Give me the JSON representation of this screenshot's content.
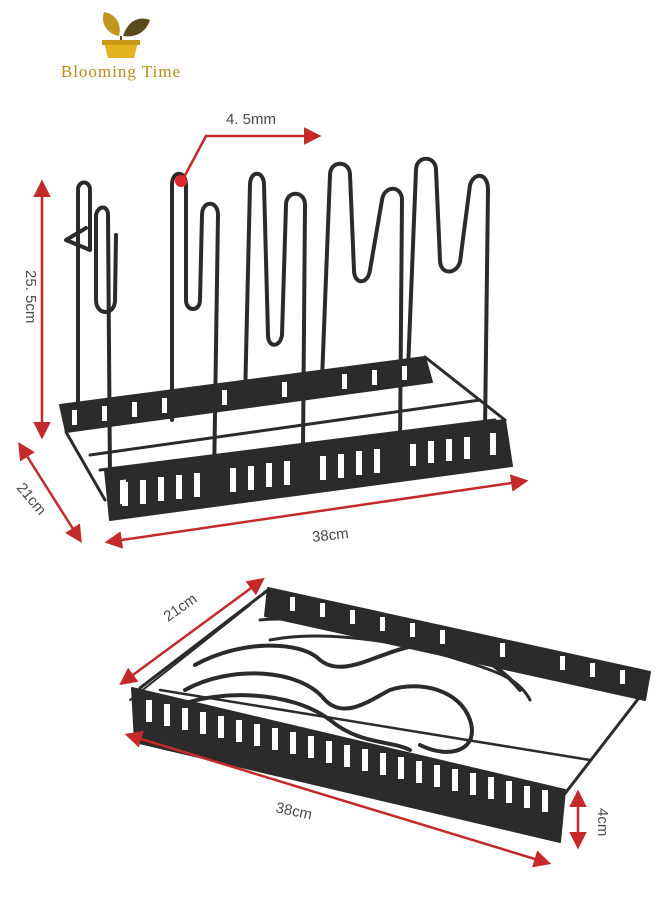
{
  "brand": {
    "name": "Blooming Time",
    "logo_icon": "plant-pot-icon",
    "color": "#b88a1a"
  },
  "rack_upright": {
    "dim_wire": "4. 5mm",
    "dim_height": "25. 5cm",
    "dim_depth": "21cm",
    "dim_length": "38cm"
  },
  "rack_flat": {
    "dim_depth": "21cm",
    "dim_length": "38cm",
    "dim_height": "4cm"
  },
  "colors": {
    "dimension_line": "#c42a2a",
    "rack": "#2b2b2b"
  }
}
